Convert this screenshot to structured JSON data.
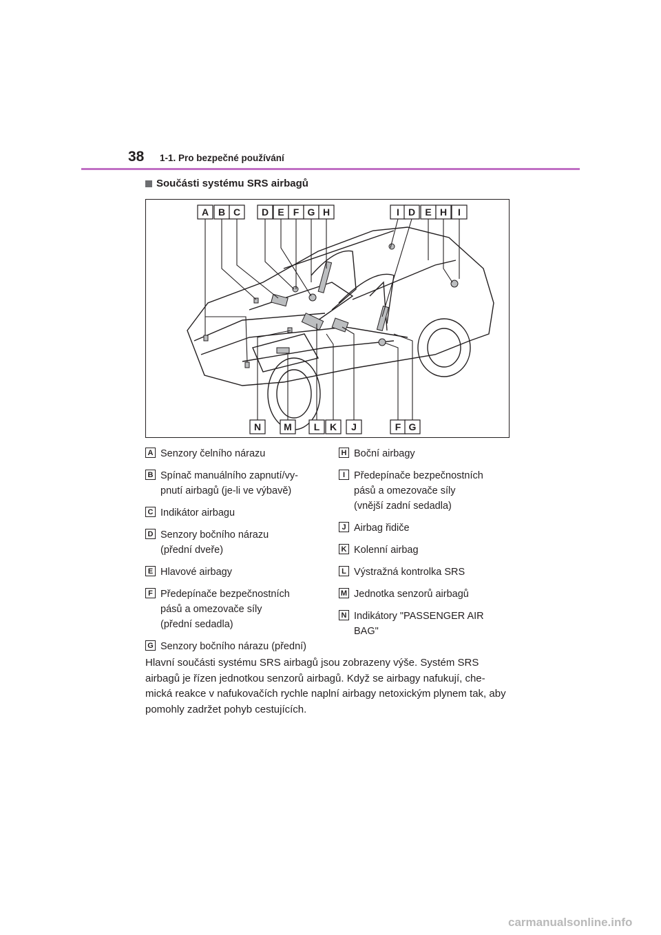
{
  "header": {
    "page_number": "38",
    "chapter": "1-1. Pro bezpečné používání",
    "accent_color": "#c06fc4"
  },
  "section": {
    "bullet_icon": "square-bullet-icon",
    "title": "Součásti systému SRS airbagů"
  },
  "figure": {
    "top_labels": [
      "A",
      "B",
      "C",
      "D",
      "E",
      "F",
      "G",
      "H",
      "I",
      "D",
      "E",
      "H",
      "I"
    ],
    "bottom_labels": [
      "N",
      "M",
      "L",
      "K",
      "J",
      "F",
      "G"
    ]
  },
  "legend_left": [
    {
      "key": "A",
      "text": "Senzory čelního nárazu"
    },
    {
      "key": "B",
      "text": "Spínač manuálního zapnutí/vy-\npnutí airbagů (je-li ve výbavě)"
    },
    {
      "key": "C",
      "text": "Indikátor airbagu"
    },
    {
      "key": "D",
      "text": "Senzory bočního nárazu\n(přední dveře)"
    },
    {
      "key": "E",
      "text": "Hlavové airbagy"
    },
    {
      "key": "F",
      "text": "Předepínače bezpečnostních\npásů a omezovače síly\n(přední sedadla)"
    },
    {
      "key": "G",
      "text": "Senzory bočního nárazu (přední)"
    }
  ],
  "legend_right": [
    {
      "key": "H",
      "text": "Boční airbagy"
    },
    {
      "key": "I",
      "text": "Předepínače bezpečnostních\npásů a omezovače síly\n(vnější zadní sedadla)"
    },
    {
      "key": "J",
      "text": "Airbag řidiče"
    },
    {
      "key": "K",
      "text": "Kolenní airbag"
    },
    {
      "key": "L",
      "text": "Výstražná kontrolka SRS"
    },
    {
      "key": "M",
      "text": "Jednotka senzorů airbagů"
    },
    {
      "key": "N",
      "text": "Indikátory \"PASSENGER AIR\nBAG\""
    }
  ],
  "paragraph": "Hlavní součásti systému SRS airbagů jsou zobrazeny výše. Systém SRS airbagů je řízen jednotkou senzorů airbagů. Když se airbagy nafukují, che-mická reakce v nafukovačích rychle naplní airbagy netoxickým plynem tak, aby pomohly zadržet pohyb cestujících.",
  "footer": {
    "watermark": "carmanualsonline.info"
  }
}
